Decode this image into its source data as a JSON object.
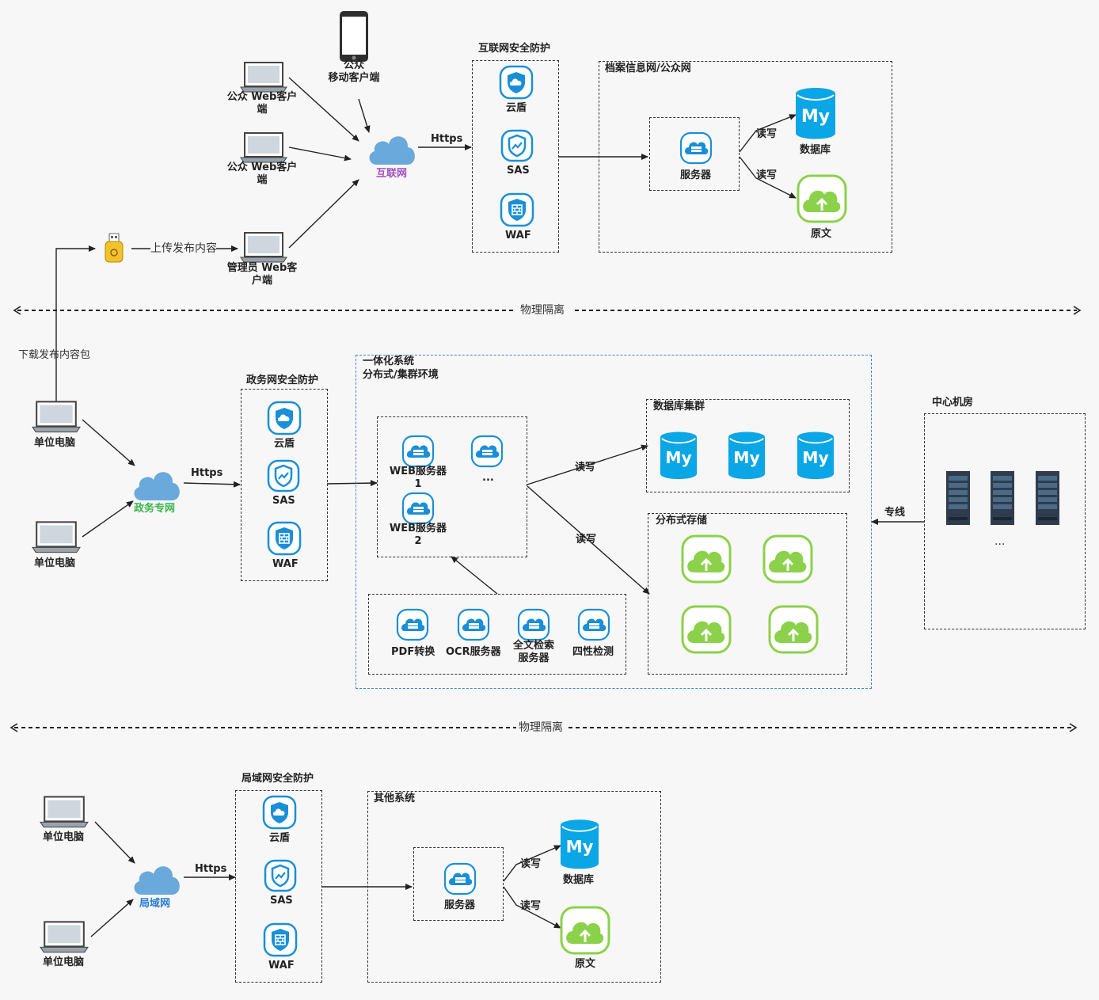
{
  "sections": {
    "top": {
      "clients": {
        "web1": "公众 Web客户端",
        "web2": "公众 Web客户端",
        "mobile": "公众\n移动客户端",
        "admin": "管理员 Web客户端"
      },
      "upload_label": "上传发布内容",
      "cloud": "互联网",
      "https": "Https",
      "security": {
        "title": "互联网安全防护",
        "items": [
          "云盾",
          "SAS",
          "WAF"
        ]
      },
      "zone": {
        "title": "档案信息网/公众网",
        "server": "服务器",
        "rw1": "读写",
        "rw2": "读写",
        "db": "数据库",
        "file": "原文"
      }
    },
    "divider1": "物理隔离",
    "download_label": "下载发布内容包",
    "middle": {
      "pc1": "单位电脑",
      "pc2": "单位电脑",
      "cloud": "政务专网",
      "https": "Https",
      "security": {
        "title": "政务网安全防护",
        "items": [
          "云盾",
          "SAS",
          "WAF"
        ]
      },
      "system": {
        "title": "一体化系统",
        "subtitle": "分布式/集群环境",
        "web1": "WEB服务器1",
        "web2": "WEB服务器2",
        "ellipsis": "...",
        "rw1": "读写",
        "rw2": "读写",
        "db_cluster": "数据库集群",
        "storage": "分布式存储",
        "services": [
          "PDF转换",
          "OCR服务器",
          "全文检索服务器",
          "四性检测"
        ]
      },
      "datacenter": {
        "title": "中心机房",
        "ellipsis": "...",
        "link": "专线"
      }
    },
    "divider2": "物理隔离",
    "bottom": {
      "pc1": "单位电脑",
      "pc2": "单位电脑",
      "cloud": "局域网",
      "https": "Https",
      "security": {
        "title": "局域网安全防护",
        "items": [
          "云盾",
          "SAS",
          "WAF"
        ]
      },
      "zone": {
        "title": "其他系统",
        "server": "服务器",
        "rw1": "读写",
        "rw2": "读写",
        "db": "数据库",
        "file": "原文"
      }
    }
  },
  "colors": {
    "shield": "#1a8fd8",
    "mysql": "#0aa6e6",
    "storage": "#8cd14a",
    "cloud": "#6aa9dc",
    "rack": "#2f3c4d"
  }
}
